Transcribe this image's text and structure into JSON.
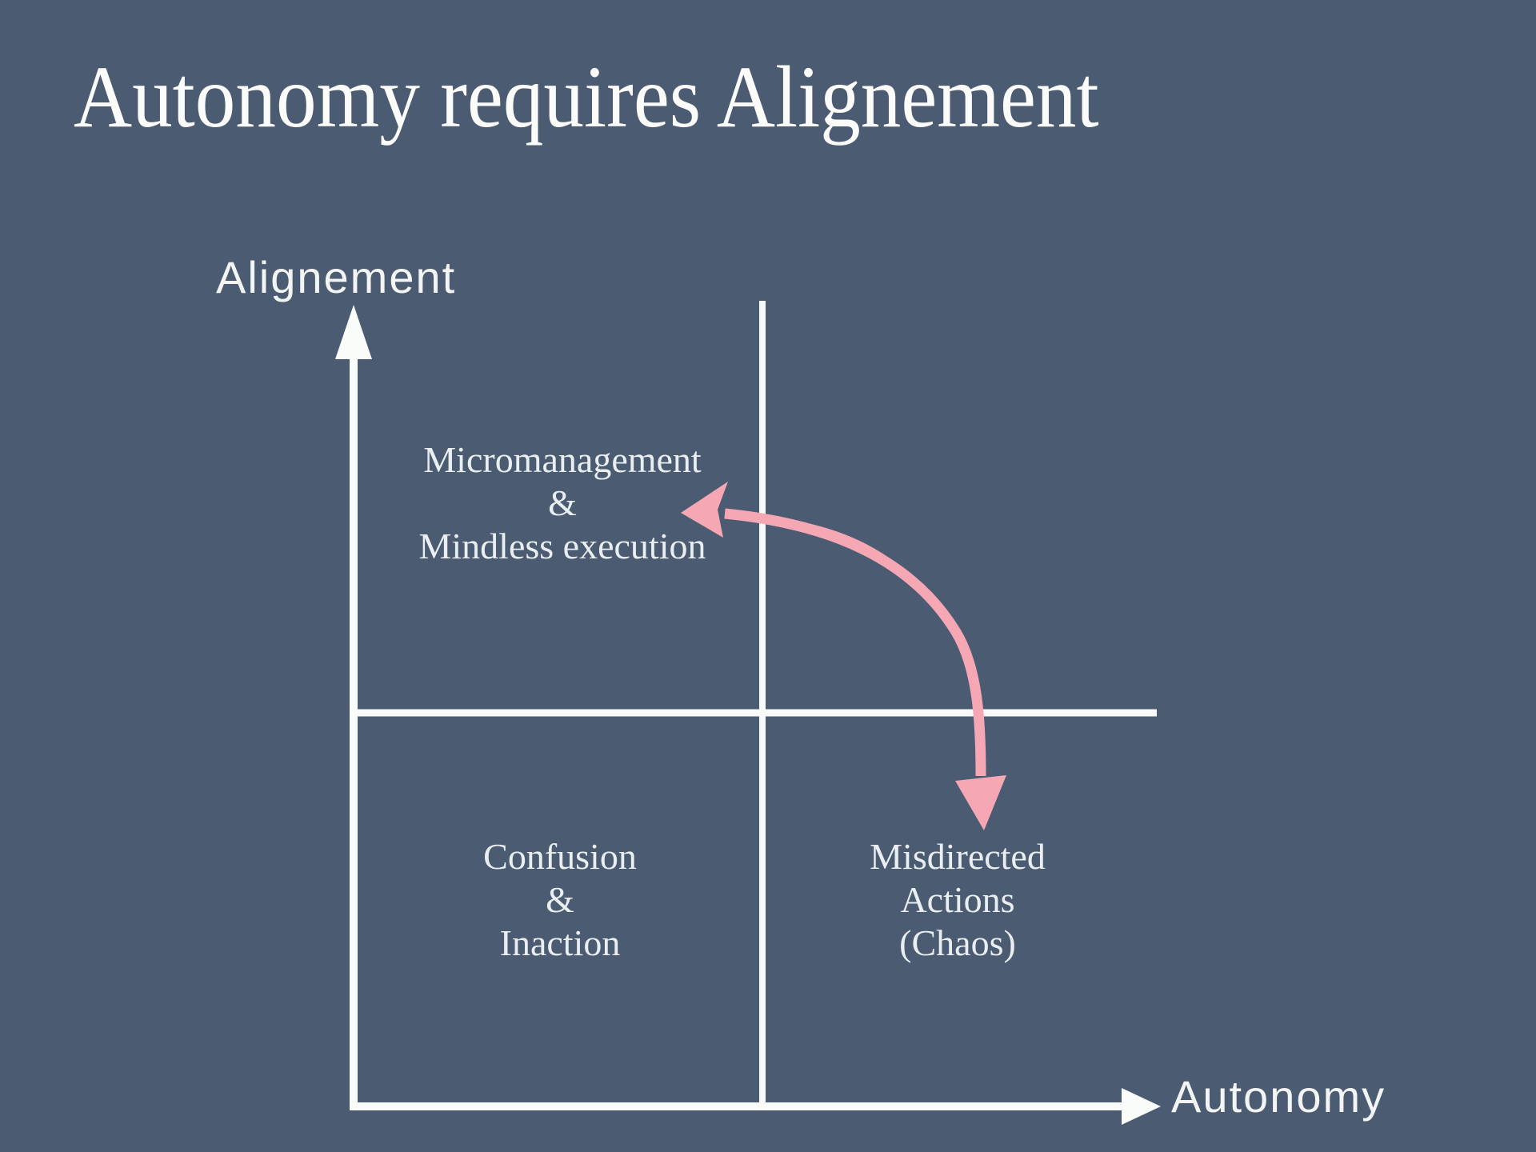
{
  "slide": {
    "title": "Autonomy requires Alignement",
    "colors": {
      "background": "#4b5b72",
      "axis_line": "#fafcfa",
      "text": "#e9eef1",
      "title_text": "#fbfcfa",
      "arrow_accent": "#f5a7b4"
    }
  },
  "axes": {
    "y_label": "Alignement",
    "x_label": "Autonomy"
  },
  "quadrants": {
    "top_left": {
      "lines": [
        "Micromanagement",
        "&",
        "Mindless execution"
      ]
    },
    "bottom_left": {
      "lines": [
        "Confusion",
        "&",
        "Inaction"
      ]
    },
    "bottom_right": {
      "lines": [
        "Misdirected",
        "Actions",
        "(Chaos)"
      ]
    }
  }
}
